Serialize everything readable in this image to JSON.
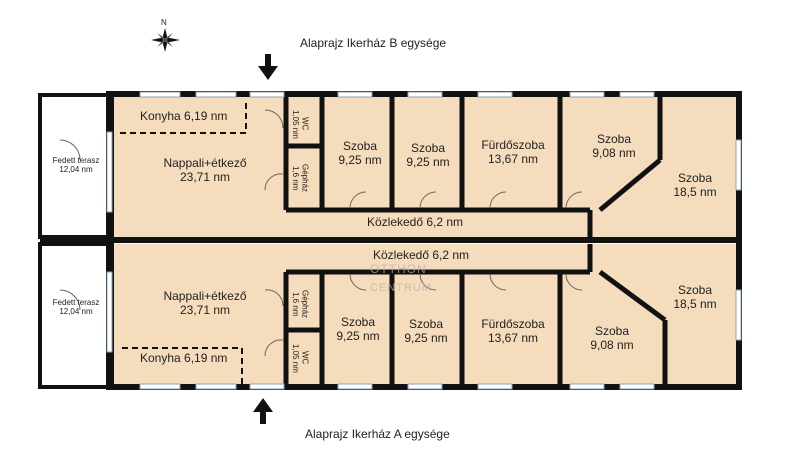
{
  "captions": {
    "top": "Alaprajz Ikerház B egysége",
    "bottom": "Alaprajz Ikerház A egysége"
  },
  "compass_label": "N",
  "watermark": {
    "line1": "OTTHON",
    "line2": "CENTRUM"
  },
  "unit_b": {
    "terasz": {
      "name": "Fedett terasz",
      "area": "12,04 nm"
    },
    "konyha": "Konyha 6,19 nm",
    "nappali": {
      "name": "Nappali+étkező",
      "area": "23,71 nm"
    },
    "wc": {
      "name": "WC",
      "area": "1,05 nm"
    },
    "gephaz": {
      "name": "Gépház",
      "area": "1,6 nm"
    },
    "szoba1": {
      "name": "Szoba",
      "area": "9,25 nm"
    },
    "szoba2": {
      "name": "Szoba",
      "area": "9,25 nm"
    },
    "furdo": {
      "name": "Fürdőszoba",
      "area": "13,67 nm"
    },
    "szoba3": {
      "name": "Szoba",
      "area": "9,08 nm"
    },
    "szoba4": {
      "name": "Szoba",
      "area": "18,5 nm"
    },
    "kozlekedo": "Közlekedő 6,2 nm"
  },
  "unit_a": {
    "terasz": {
      "name": "Fedett terasz",
      "area": "12,04 nm"
    },
    "konyha": "Konyha 6,19 nm",
    "nappali": {
      "name": "Nappali+étkező",
      "area": "23,71 nm"
    },
    "wc": {
      "name": "WC",
      "area": "1,05 nm"
    },
    "gephaz": {
      "name": "Gépház",
      "area": "1,6 nm"
    },
    "szoba1": {
      "name": "Szoba",
      "area": "9,25 nm"
    },
    "szoba2": {
      "name": "Szoba",
      "area": "9,25 nm"
    },
    "furdo": {
      "name": "Fürdőszoba",
      "area": "13,67 nm"
    },
    "szoba3": {
      "name": "Szoba",
      "area": "9,08 nm"
    },
    "szoba4": {
      "name": "Szoba",
      "area": "18,5 nm"
    },
    "kozlekedo": "Közlekedő 6,2 nm"
  },
  "colors": {
    "floor": "#f5dcbc",
    "wall": "#111111",
    "window": "#9fb8cc"
  }
}
